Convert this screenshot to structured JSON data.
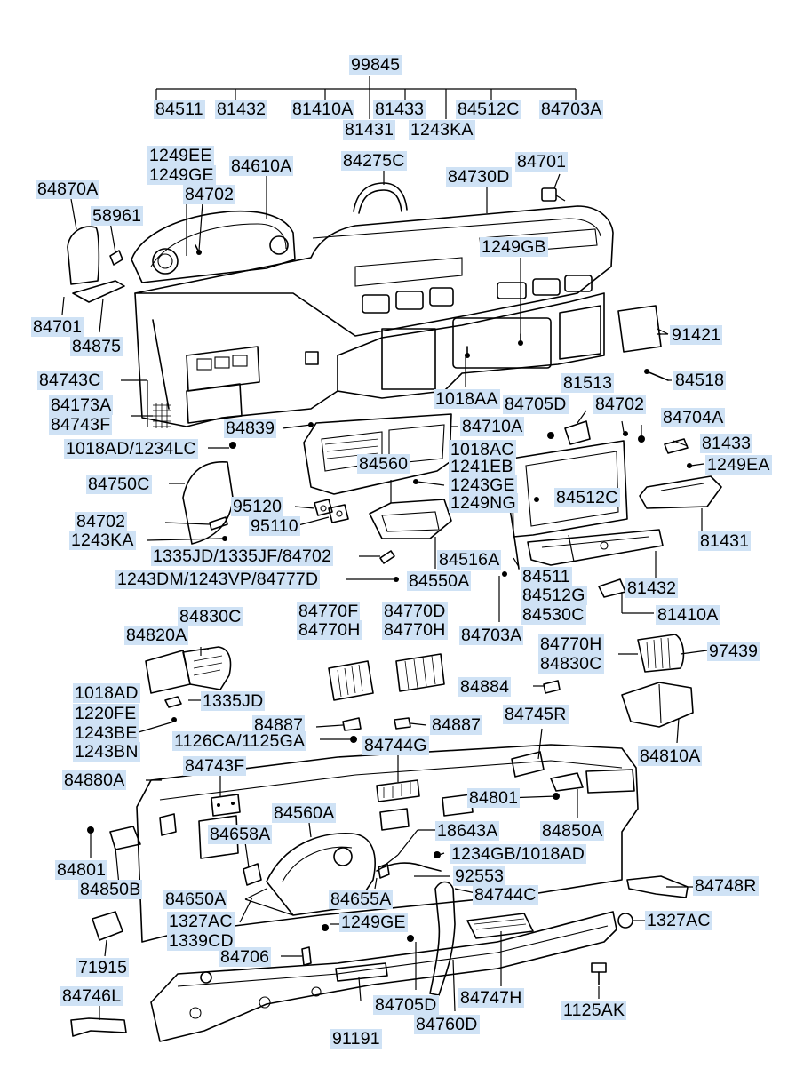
{
  "labels": {
    "l99845": "99845",
    "l84511a": "84511",
    "l81432a": "81432",
    "l81410a": "81410A",
    "l81433a": "81433",
    "l84512c_top": "84512C",
    "l84703a_top": "84703A",
    "l81431a": "81431",
    "l1243ka_top": "1243KA",
    "l1249ee": "1249EE",
    "l1249ge": "1249GE",
    "l84702_top": "84702",
    "l84610a": "84610A",
    "l84275c": "84275C",
    "l84701_top": "84701",
    "l84730d": "84730D",
    "l84870a": "84870A",
    "l58961": "58961",
    "l1249gb": "1249GB",
    "l91421": "91421",
    "l84701_left": "84701",
    "l84875": "84875",
    "l84743c": "84743C",
    "l84518": "84518",
    "l84173a": "84173A",
    "l84743f_left": "84743F",
    "l1018aa": "1018AA",
    "l81513": "81513",
    "l84705d_mid": "84705D",
    "l84702_mid": "84702",
    "l84839": "84839",
    "l84710a": "84710A",
    "l84704a": "84704A",
    "l1018ad_1234lc": "1018AD/1234LC",
    "l1018ac": "1018AC",
    "l1241eb": "1241EB",
    "l1243ge": "1243GE",
    "l1249ng": "1249NG",
    "l81433b": "81433",
    "l1249ea": "1249EA",
    "l84560": "84560",
    "l84750c": "84750C",
    "l95120": "95120",
    "l95110": "95110",
    "l84512c_mid": "84512C",
    "l84702_left2": "84702",
    "l1243ka_left": "1243KA",
    "l81431b": "81431",
    "l1335jd_combo": "1335JD/1335JF/84702",
    "l84516a": "84516A",
    "l1243dm_combo": "1243DM/1243VP/84777D",
    "l84550a": "84550A",
    "l84511b": "84511",
    "l84512g": "84512G",
    "l81432b": "81432",
    "l84530c": "84530C",
    "l81410ab": "81410A",
    "l84830c_top": "84830C",
    "l84770f": "84770F",
    "l84770d": "84770D",
    "l84820a": "84820A",
    "l84770h_a": "84770H",
    "l84770h_b": "84770H",
    "l84703a_mid": "84703A",
    "l84770h_c": "84770H",
    "l97439": "97439",
    "l84830c_right": "84830C",
    "l1018ad_b": "1018AD",
    "l1335jd": "1335JD",
    "l1220fe": "1220FE",
    "l84884": "84884",
    "l1243be": "1243BE",
    "l1243bn": "1243BN",
    "l84887a": "84887",
    "l84887b": "84887",
    "l84745r": "84745R",
    "l1126ca": "1126CA/1125GA",
    "l84744g": "84744G",
    "l84810a": "84810A",
    "l84880a": "84880A",
    "l84743f_b": "84743F",
    "l84801_mid": "84801",
    "l84560a": "84560A",
    "l18643a": "18643A",
    "l84850a": "84850A",
    "l84658a": "84658A",
    "l1234gb": "1234GB/1018AD",
    "l84801_left": "84801",
    "l92553": "92553",
    "l84850b": "84850B",
    "l84748r": "84748R",
    "l84650a": "84650A",
    "l84655a": "84655A",
    "l84744c": "84744C",
    "l1327ac_left": "1327AC",
    "l1249ge_b": "1249GE",
    "l1327ac_right": "1327AC",
    "l1339cd": "1339CD",
    "l84706": "84706",
    "l71915": "71915",
    "l84746l": "84746L",
    "l84705d_b": "84705D",
    "l84747h": "84747H",
    "l1125ak": "1125AK",
    "l91191": "91191",
    "l84760d": "84760D"
  },
  "colors": {
    "label_background": "#cfe2f5",
    "line": "#000000",
    "background": "#ffffff"
  }
}
